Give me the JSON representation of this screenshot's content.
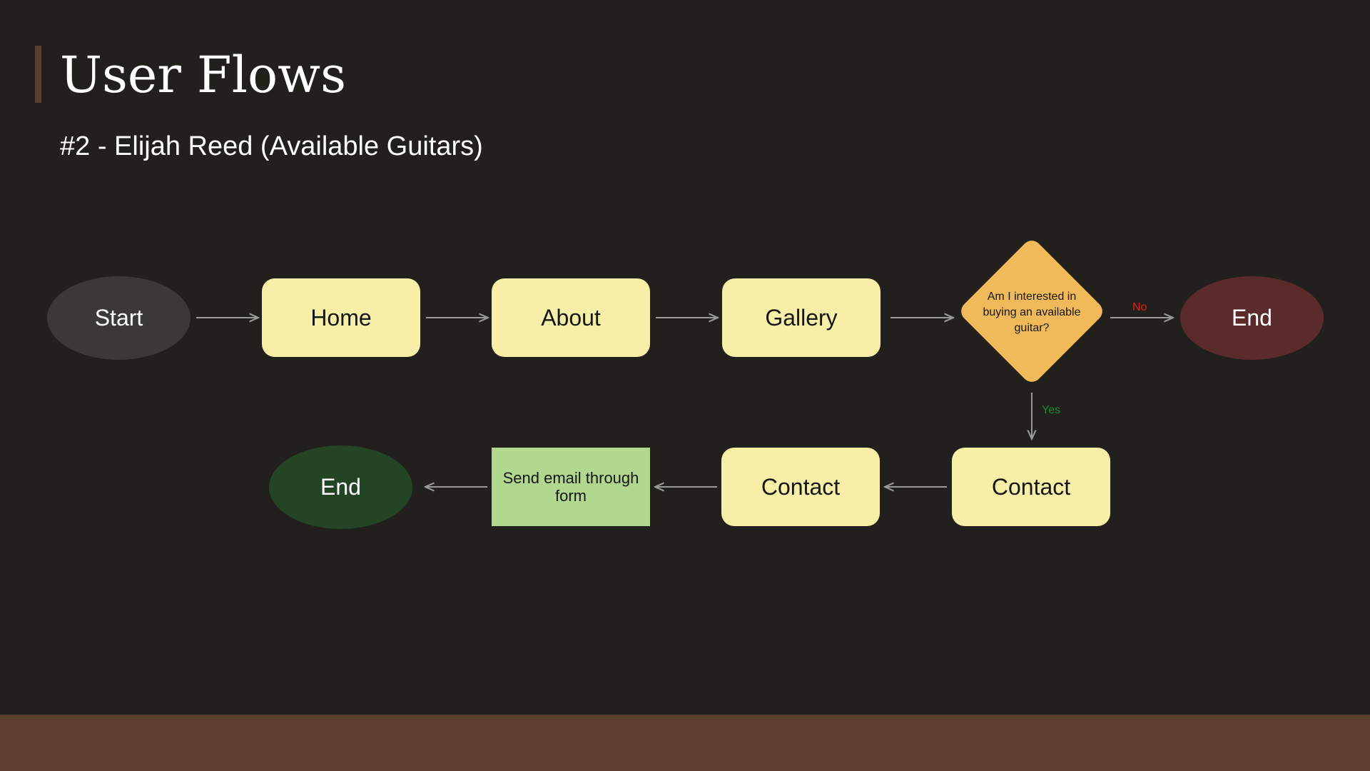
{
  "slide": {
    "title": "User Flows",
    "subtitle": "#2 - Elijah Reed (Available Guitars)"
  },
  "flow": {
    "start": "Start",
    "home": "Home",
    "about": "About",
    "gallery": "Gallery",
    "decision": "Am I interested in buying an available guitar?",
    "no_label": "No",
    "yes_label": "Yes",
    "end_no": "End",
    "contact_1": "Contact",
    "contact_2": "Contact",
    "send_email": "Send email through form",
    "end_yes": "End"
  },
  "colors": {
    "background": "#22201c",
    "accent_brown": "#5c3f2d",
    "page_node": "#f7eea8",
    "decision_node": "#f0b95a",
    "start_node": "#3a3937",
    "end_no_node": "#5b2b2c",
    "end_yes_node": "#234526",
    "action_node": "#b2d88f",
    "no_label": "#e0201e",
    "yes_label": "#1f8a36"
  }
}
